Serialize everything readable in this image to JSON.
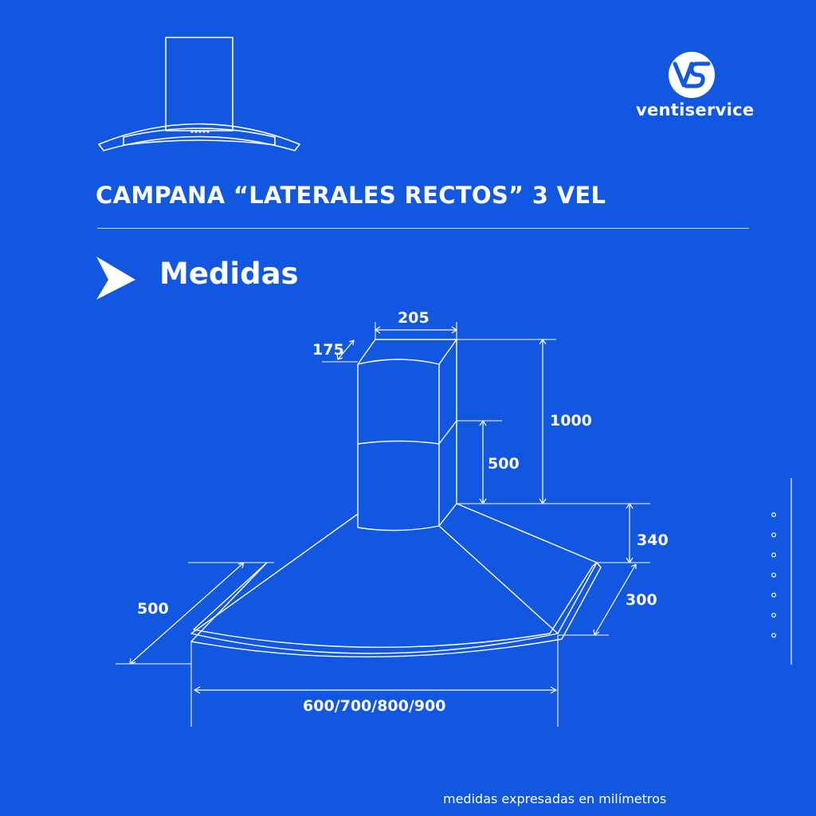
{
  "brand": {
    "logo_letters": "VS",
    "name": "ventiservice"
  },
  "header": {
    "title": "CAMPANA “LATERALES RECTOS” 3 VEL"
  },
  "section": {
    "icon": "arrow-right-icon",
    "title": "Medidas"
  },
  "diagram": {
    "dimensions": {
      "chimney_width": "205",
      "chimney_depth": "175",
      "total_height": "1000",
      "chimney_section_height": "500",
      "hood_height": "340",
      "hood_depth_right": "300",
      "hood_depth_left": "500",
      "hood_width": "600/700/800/900"
    }
  },
  "side_panel": {
    "indicator_count": 7
  },
  "footer": {
    "note": "medidas expresadas en milímetros"
  },
  "colors": {
    "background": "#1157e2",
    "line": "#ffffff"
  }
}
